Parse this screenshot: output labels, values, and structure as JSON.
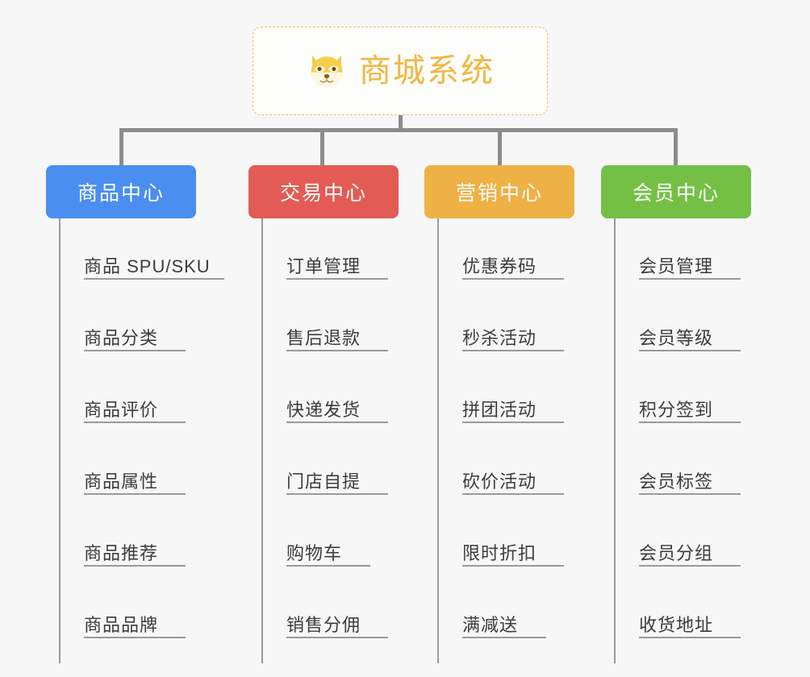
{
  "diagram": {
    "type": "mindmap-tree",
    "background_color": "#f7f7f7",
    "connector_color": "#8c8c8c",
    "root": {
      "title": "商城系统",
      "icon": "shiba-dog-face-icon",
      "border_color": "#f0c063",
      "text_color": "#f0b740",
      "background_color": "#fdfdfc"
    },
    "categories": [
      {
        "label": "商品中心",
        "color": "#4a8ef0",
        "items": [
          "商品 SPU/SKU",
          "商品分类",
          "商品评价",
          "商品属性",
          "商品推荐",
          "商品品牌"
        ]
      },
      {
        "label": "交易中心",
        "color": "#e35b55",
        "items": [
          "订单管理",
          "售后退款",
          "快递发货",
          "门店自提",
          "购物车",
          "销售分佣"
        ]
      },
      {
        "label": "营销中心",
        "color": "#eeb143",
        "items": [
          "优惠券码",
          "秒杀活动",
          "拼团活动",
          "砍价活动",
          "限时折扣",
          "满减送"
        ]
      },
      {
        "label": "会员中心",
        "color": "#74c044",
        "items": [
          "会员管理",
          "会员等级",
          "积分签到",
          "会员标签",
          "会员分组",
          "收货地址"
        ]
      }
    ]
  }
}
